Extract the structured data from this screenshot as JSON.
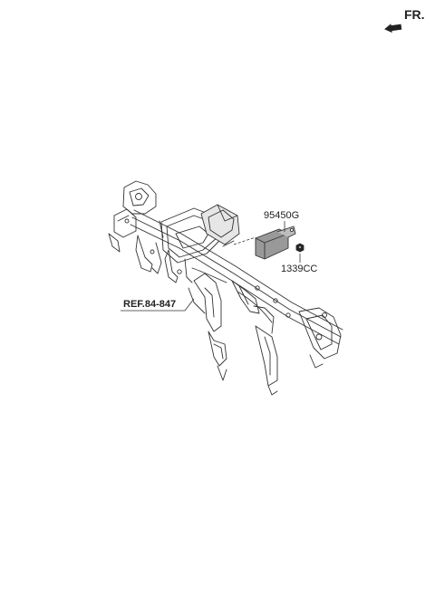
{
  "direction": {
    "label": "FR."
  },
  "parts": {
    "main_number": "95450G",
    "nut_number": "1339CC"
  },
  "reference": {
    "label": "REF.84-847"
  },
  "colors": {
    "line": "#333333",
    "module_fill": "#999999"
  }
}
